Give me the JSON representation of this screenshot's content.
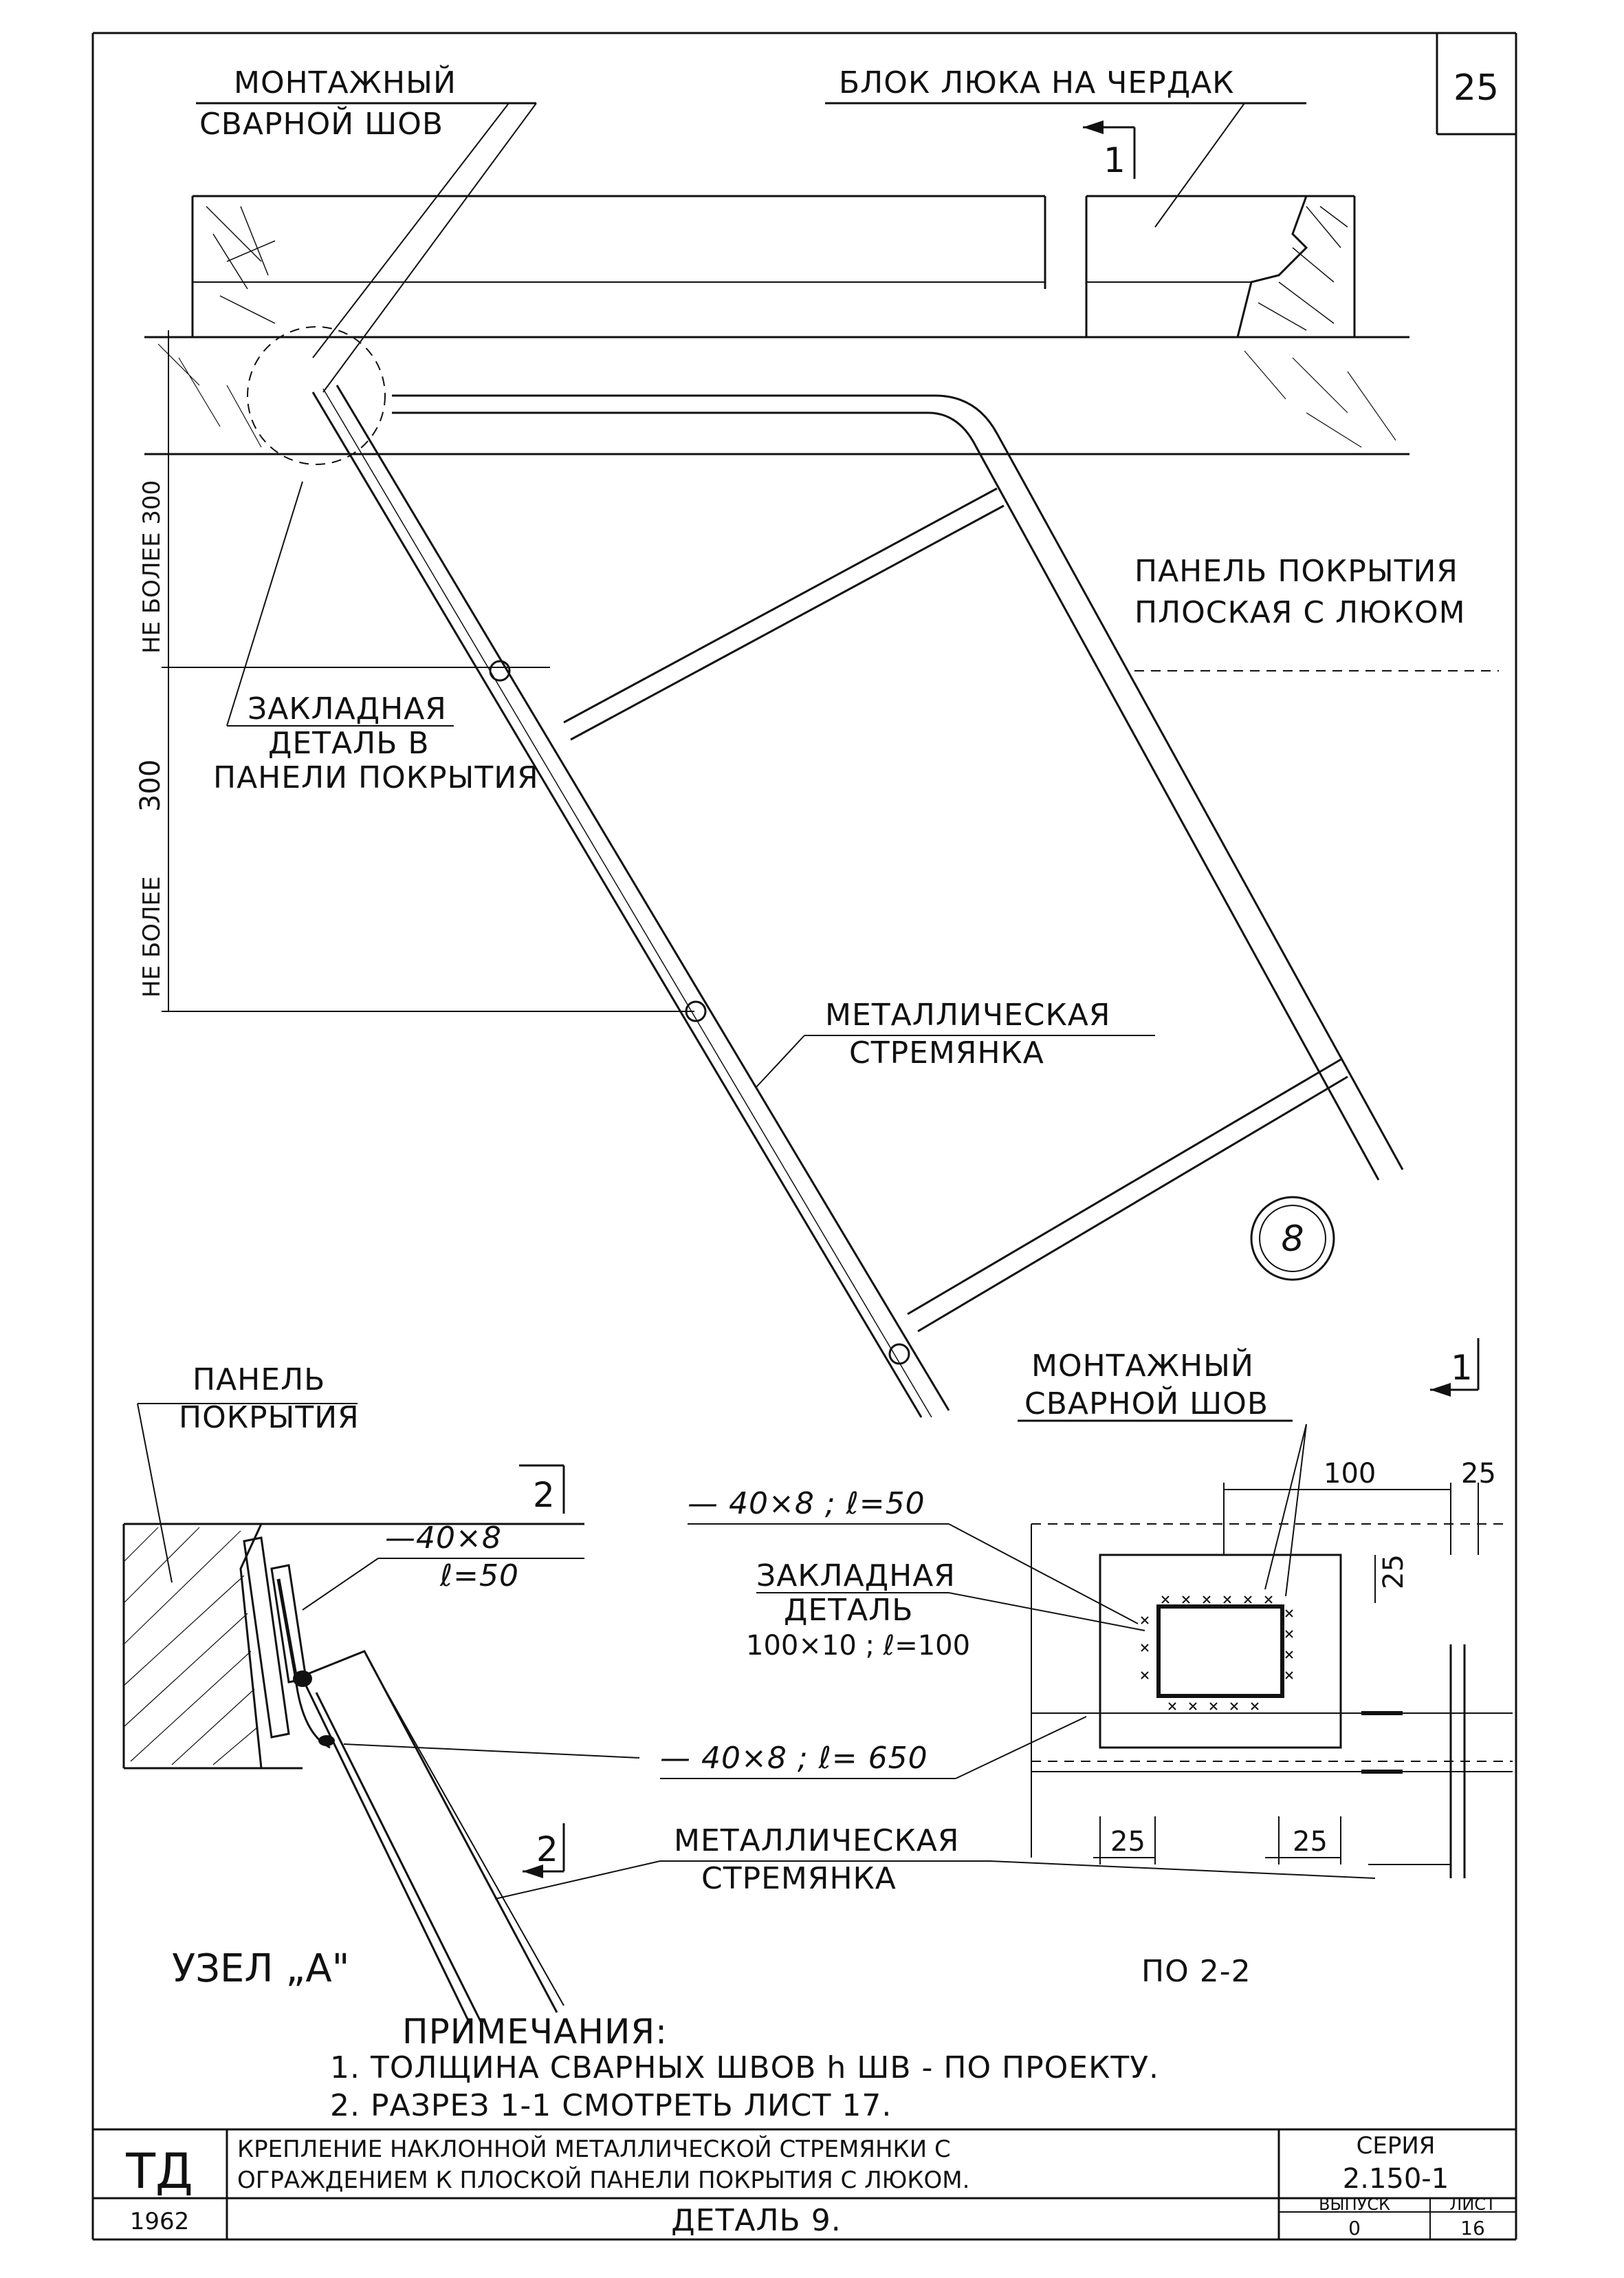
{
  "sheet": {
    "page_number": "25",
    "marker_circle": "8"
  },
  "top_view": {
    "weld_label_line1": "МОНТАЖНЫЙ",
    "weld_label_line2": "СВАРНОЙ ШОВ",
    "hatch_block_label": "БЛОК ЛЮКА НА ЧЕРДАК",
    "section_mark": "1",
    "panel_label_line1": "ПАНЕЛЬ ПОКРЫТИЯ",
    "panel_label_line2": "ПЛОСКАЯ С ЛЮКОМ",
    "embedded_label_line1": "ЗАКЛАДНАЯ",
    "embedded_label_line2": "ДЕТАЛЬ В",
    "embedded_label_line3": "ПАНЕЛИ ПОКРЫТИЯ",
    "dim_upper": "НЕ БОЛЕЕ 300",
    "dim_lower_prefix": "НЕ БОЛЕЕ",
    "dim_lower_value": "300",
    "ladder_label_line1": "МЕТАЛЛИЧЕСКАЯ",
    "ladder_label_line2": "СТРЕМЯНКА"
  },
  "node_a": {
    "panel_label_line1": "ПАНЕЛЬ",
    "panel_label_line2": "ПОКРЫТИЯ",
    "section_mark_top": "2",
    "section_mark_bottom": "2",
    "plate_label_line1": "—40×8",
    "plate_label_line2": "ℓ=50",
    "title": "УЗЕЛ „А\""
  },
  "section_22": {
    "weld_label_line1": "МОНТАЖНЫЙ",
    "weld_label_line2": "СВАРНОЙ ШОВ",
    "section_mark": "1",
    "plate_top": "— 40×8 ; ℓ=50",
    "embedded_line1": "ЗАКЛАДНАЯ",
    "embedded_line2": "ДЕТАЛЬ",
    "embedded_line3": "100×10 ; ℓ=100",
    "plate_long": "— 40×8 ; ℓ= 650",
    "dim_100": "100",
    "dim_25_top": "25",
    "dim_25_right": "25",
    "dim_25_bottom_left": "25",
    "dim_25_bottom_right": "25",
    "ladder_label_line1": "МЕТАЛЛИЧЕСКАЯ",
    "ladder_label_line2": "СТРЕМЯНКА",
    "title": "ПО 2-2"
  },
  "notes": {
    "header": "ПРИМЕЧАНИЯ:",
    "items": [
      "1.  ТОЛЩИНА СВАРНЫХ  ШВОВ h ШВ - ПО ПРОЕКТУ.",
      "2.  РАЗРЕЗ 1-1  СМОТРЕТЬ  ЛИСТ  17."
    ]
  },
  "title_block": {
    "org_mark": "ТД",
    "title_line1": "КРЕПЛЕНИЕ НАКЛОННОЙ МЕТАЛЛИЧЕСКОЙ  СТРЕМЯНКИ С",
    "title_line2": "ОГРАЖДЕНИЕМ  К ПЛОСКОЙ ПАНЕЛИ  ПОКРЫТИЯ С ЛЮКОМ.",
    "series_label": "СЕРИЯ",
    "series_value": "2.150-1",
    "year": "1962",
    "detail": "ДЕТАЛЬ  9.",
    "issue_label": "ВЫПУСК",
    "sheet_label": "ЛИСТ",
    "issue_value": "0",
    "sheet_value": "16"
  }
}
